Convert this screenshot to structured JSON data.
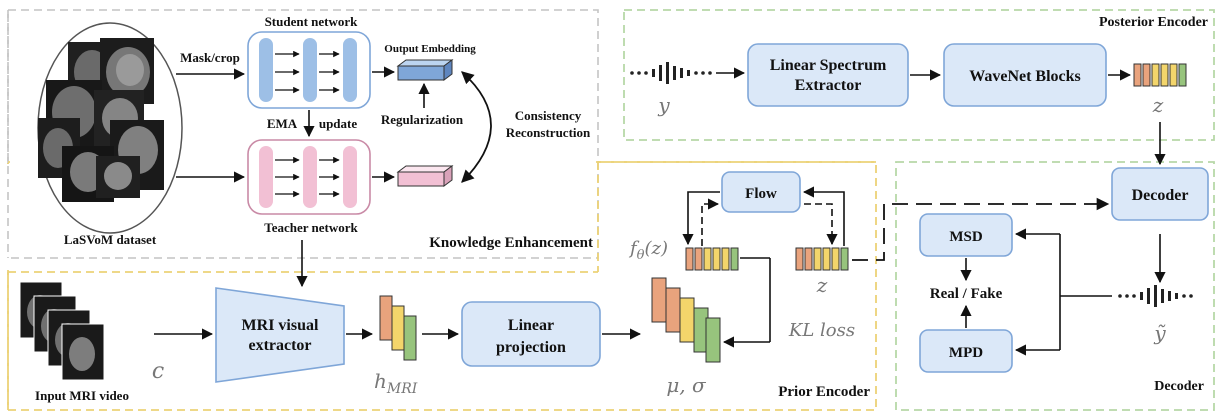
{
  "knowledge": {
    "section_title": "Knowledge Enhancement",
    "dataset_label": "LaSVoM dataset",
    "mask_label": "Mask/crop",
    "student_label": "Student network",
    "teacher_label": "Teacher network",
    "ema_label": "EMA",
    "update_label": "update",
    "output_embedding_label": "Output Embedding",
    "regularization_label": "Regularization",
    "consistency_label": "Consistency",
    "reconstruction_label": "Reconstruction"
  },
  "posterior": {
    "section_title": "Posterior Encoder",
    "input_symbol": "y",
    "spectrum_line1": "Linear Spectrum",
    "spectrum_line2": "Extractor",
    "wavenet_label": "WaveNet Blocks",
    "output_symbol": "z"
  },
  "prior": {
    "section_title": "Prior Encoder",
    "input_label": "Input MRI video",
    "input_symbol": "c",
    "visual_line1": "MRI visual",
    "visual_line2": "extractor",
    "feature_symbol": "h",
    "feature_sub": "MRI",
    "proj_line1": "Linear",
    "proj_line2": "projection",
    "musigma_symbol": "μ, σ",
    "flow_label": "Flow",
    "f_theta": "f",
    "f_theta_sub": "θ",
    "f_theta_arg": "(z)",
    "z_symbol": "z",
    "kl_label": "KL loss"
  },
  "decoder": {
    "section_title": "Decoder",
    "decoder_box": "Decoder",
    "msd_label": "MSD",
    "mpd_label": "MPD",
    "real_fake_label": "Real / Fake",
    "output_symbol": "ỹ"
  },
  "colors": {
    "blue_box": "#dbe8f8",
    "blue_stroke": "#7fa6d8",
    "pink_box": "#fbe0ea",
    "pink_stroke": "#c98aa6",
    "green_dash": "#b7d8a8",
    "yellow_dash": "#ecd277",
    "gray_dash": "#c4c4c4",
    "orange": "#e9a37d",
    "yellow": "#f3d56b",
    "green": "#97c47d",
    "pink_bar": "#f2c0d4",
    "blue_bar": "#9dbfe6"
  }
}
